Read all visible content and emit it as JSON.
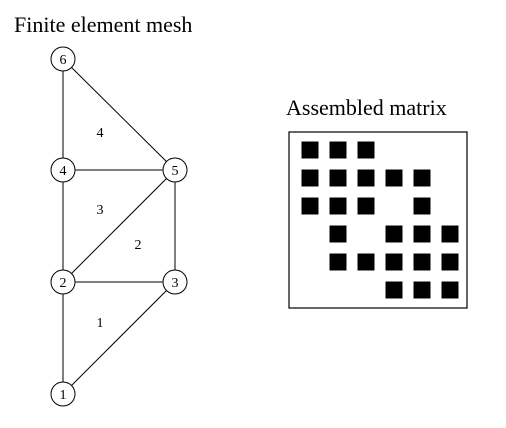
{
  "mesh": {
    "title": "Finite element mesh",
    "nodes": [
      {
        "id": "n1",
        "label": "1"
      },
      {
        "id": "n2",
        "label": "2"
      },
      {
        "id": "n3",
        "label": "3"
      },
      {
        "id": "n4",
        "label": "4"
      },
      {
        "id": "n5",
        "label": "5"
      },
      {
        "id": "n6",
        "label": "6"
      }
    ],
    "edges": [
      [
        "n1",
        "n2"
      ],
      [
        "n1",
        "n3"
      ],
      [
        "n2",
        "n3"
      ],
      [
        "n2",
        "n4"
      ],
      [
        "n2",
        "n5"
      ],
      [
        "n3",
        "n5"
      ],
      [
        "n4",
        "n5"
      ],
      [
        "n4",
        "n6"
      ],
      [
        "n5",
        "n6"
      ]
    ],
    "elements": [
      {
        "id": "e1",
        "label": "1"
      },
      {
        "id": "e2",
        "label": "2"
      },
      {
        "id": "e3",
        "label": "3"
      },
      {
        "id": "e4",
        "label": "4"
      }
    ]
  },
  "matrix": {
    "title": "Assembled matrix",
    "size": 6,
    "filled": [
      [
        1,
        1,
        1,
        0,
        0,
        0
      ],
      [
        1,
        1,
        1,
        1,
        1,
        0
      ],
      [
        1,
        1,
        1,
        0,
        1,
        0
      ],
      [
        0,
        1,
        0,
        1,
        1,
        1
      ],
      [
        0,
        1,
        1,
        1,
        1,
        1
      ],
      [
        0,
        0,
        0,
        1,
        1,
        1
      ]
    ]
  }
}
